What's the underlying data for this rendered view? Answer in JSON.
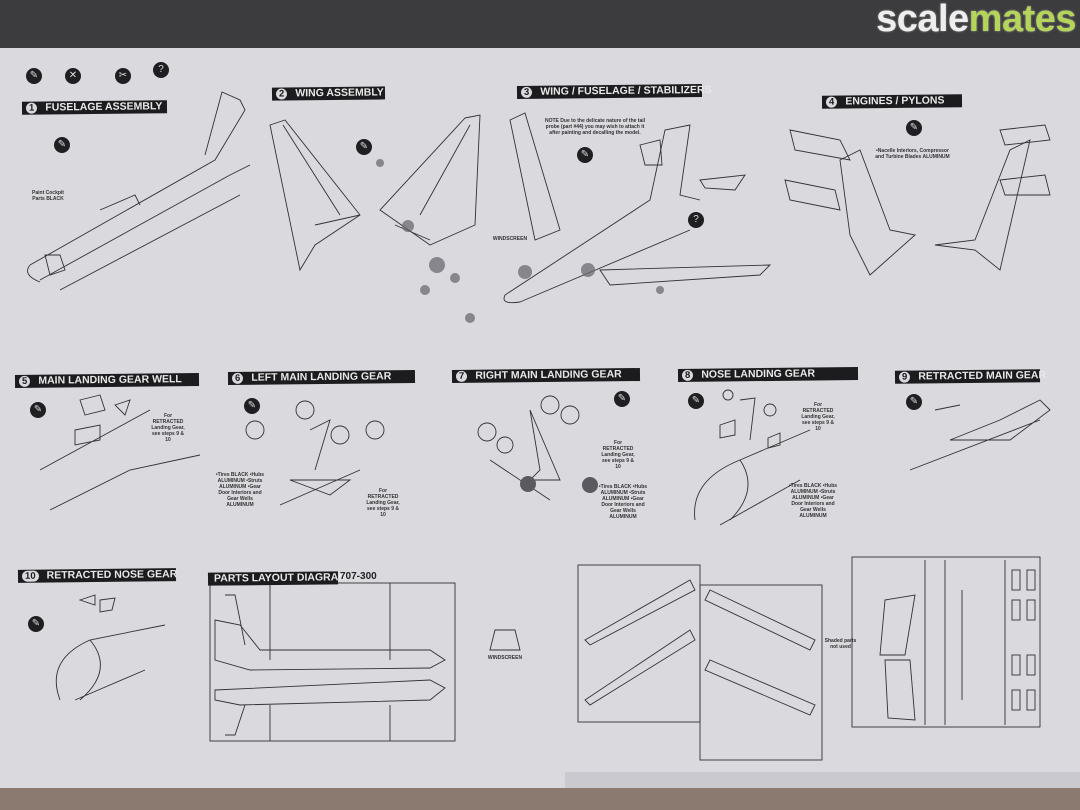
{
  "watermark": {
    "part1": "scale",
    "part2": "mates"
  },
  "steps": [
    {
      "num": "1",
      "title": "FUSELAGE ASSEMBLY"
    },
    {
      "num": "2",
      "title": "WING ASSEMBLY"
    },
    {
      "num": "3",
      "title": "WING / FUSELAGE / STABILIZERS"
    },
    {
      "num": "4",
      "title": "ENGINES / PYLONS"
    },
    {
      "num": "5",
      "title": "MAIN LANDING GEAR WELL"
    },
    {
      "num": "6",
      "title": "LEFT MAIN LANDING GEAR"
    },
    {
      "num": "7",
      "title": "RIGHT MAIN LANDING GEAR"
    },
    {
      "num": "8",
      "title": "NOSE LANDING GEAR"
    },
    {
      "num": "9",
      "title": "RETRACTED MAIN GEAR"
    },
    {
      "num": "10",
      "title": "RETRACTED NOSE GEAR"
    }
  ],
  "parts_layout": {
    "title": "PARTS LAYOUT DIAGRAM",
    "model": "707-300",
    "shaded_note": "Shaded parts not used"
  },
  "notes": {
    "cockpit": "Paint Cockpit Parts BLACK",
    "step3_note": "NOTE Due to the delicate nature of the tail probe (part #44) you may wish to attach it after painting and decalling the model.",
    "windscreen": "WINDSCREEN",
    "engines": "•Nacelle Interiors, Compressor and Turbine Blades ALUMINUM",
    "retracted": "For RETRACTED Landing Gear, see steps 9 & 10",
    "gear_colors": "•Tires BLACK •Hubs ALUMINUM •Struts ALUMINUM •Gear Door Interiors and Gear Wells ALUMINUM"
  }
}
